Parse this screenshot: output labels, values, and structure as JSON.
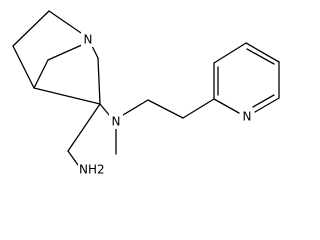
{
  "molecule": {
    "atoms": {
      "n_bridgehead": "N",
      "n_amine": "N",
      "n_pyridine": "N",
      "amino": "NH2"
    }
  }
}
